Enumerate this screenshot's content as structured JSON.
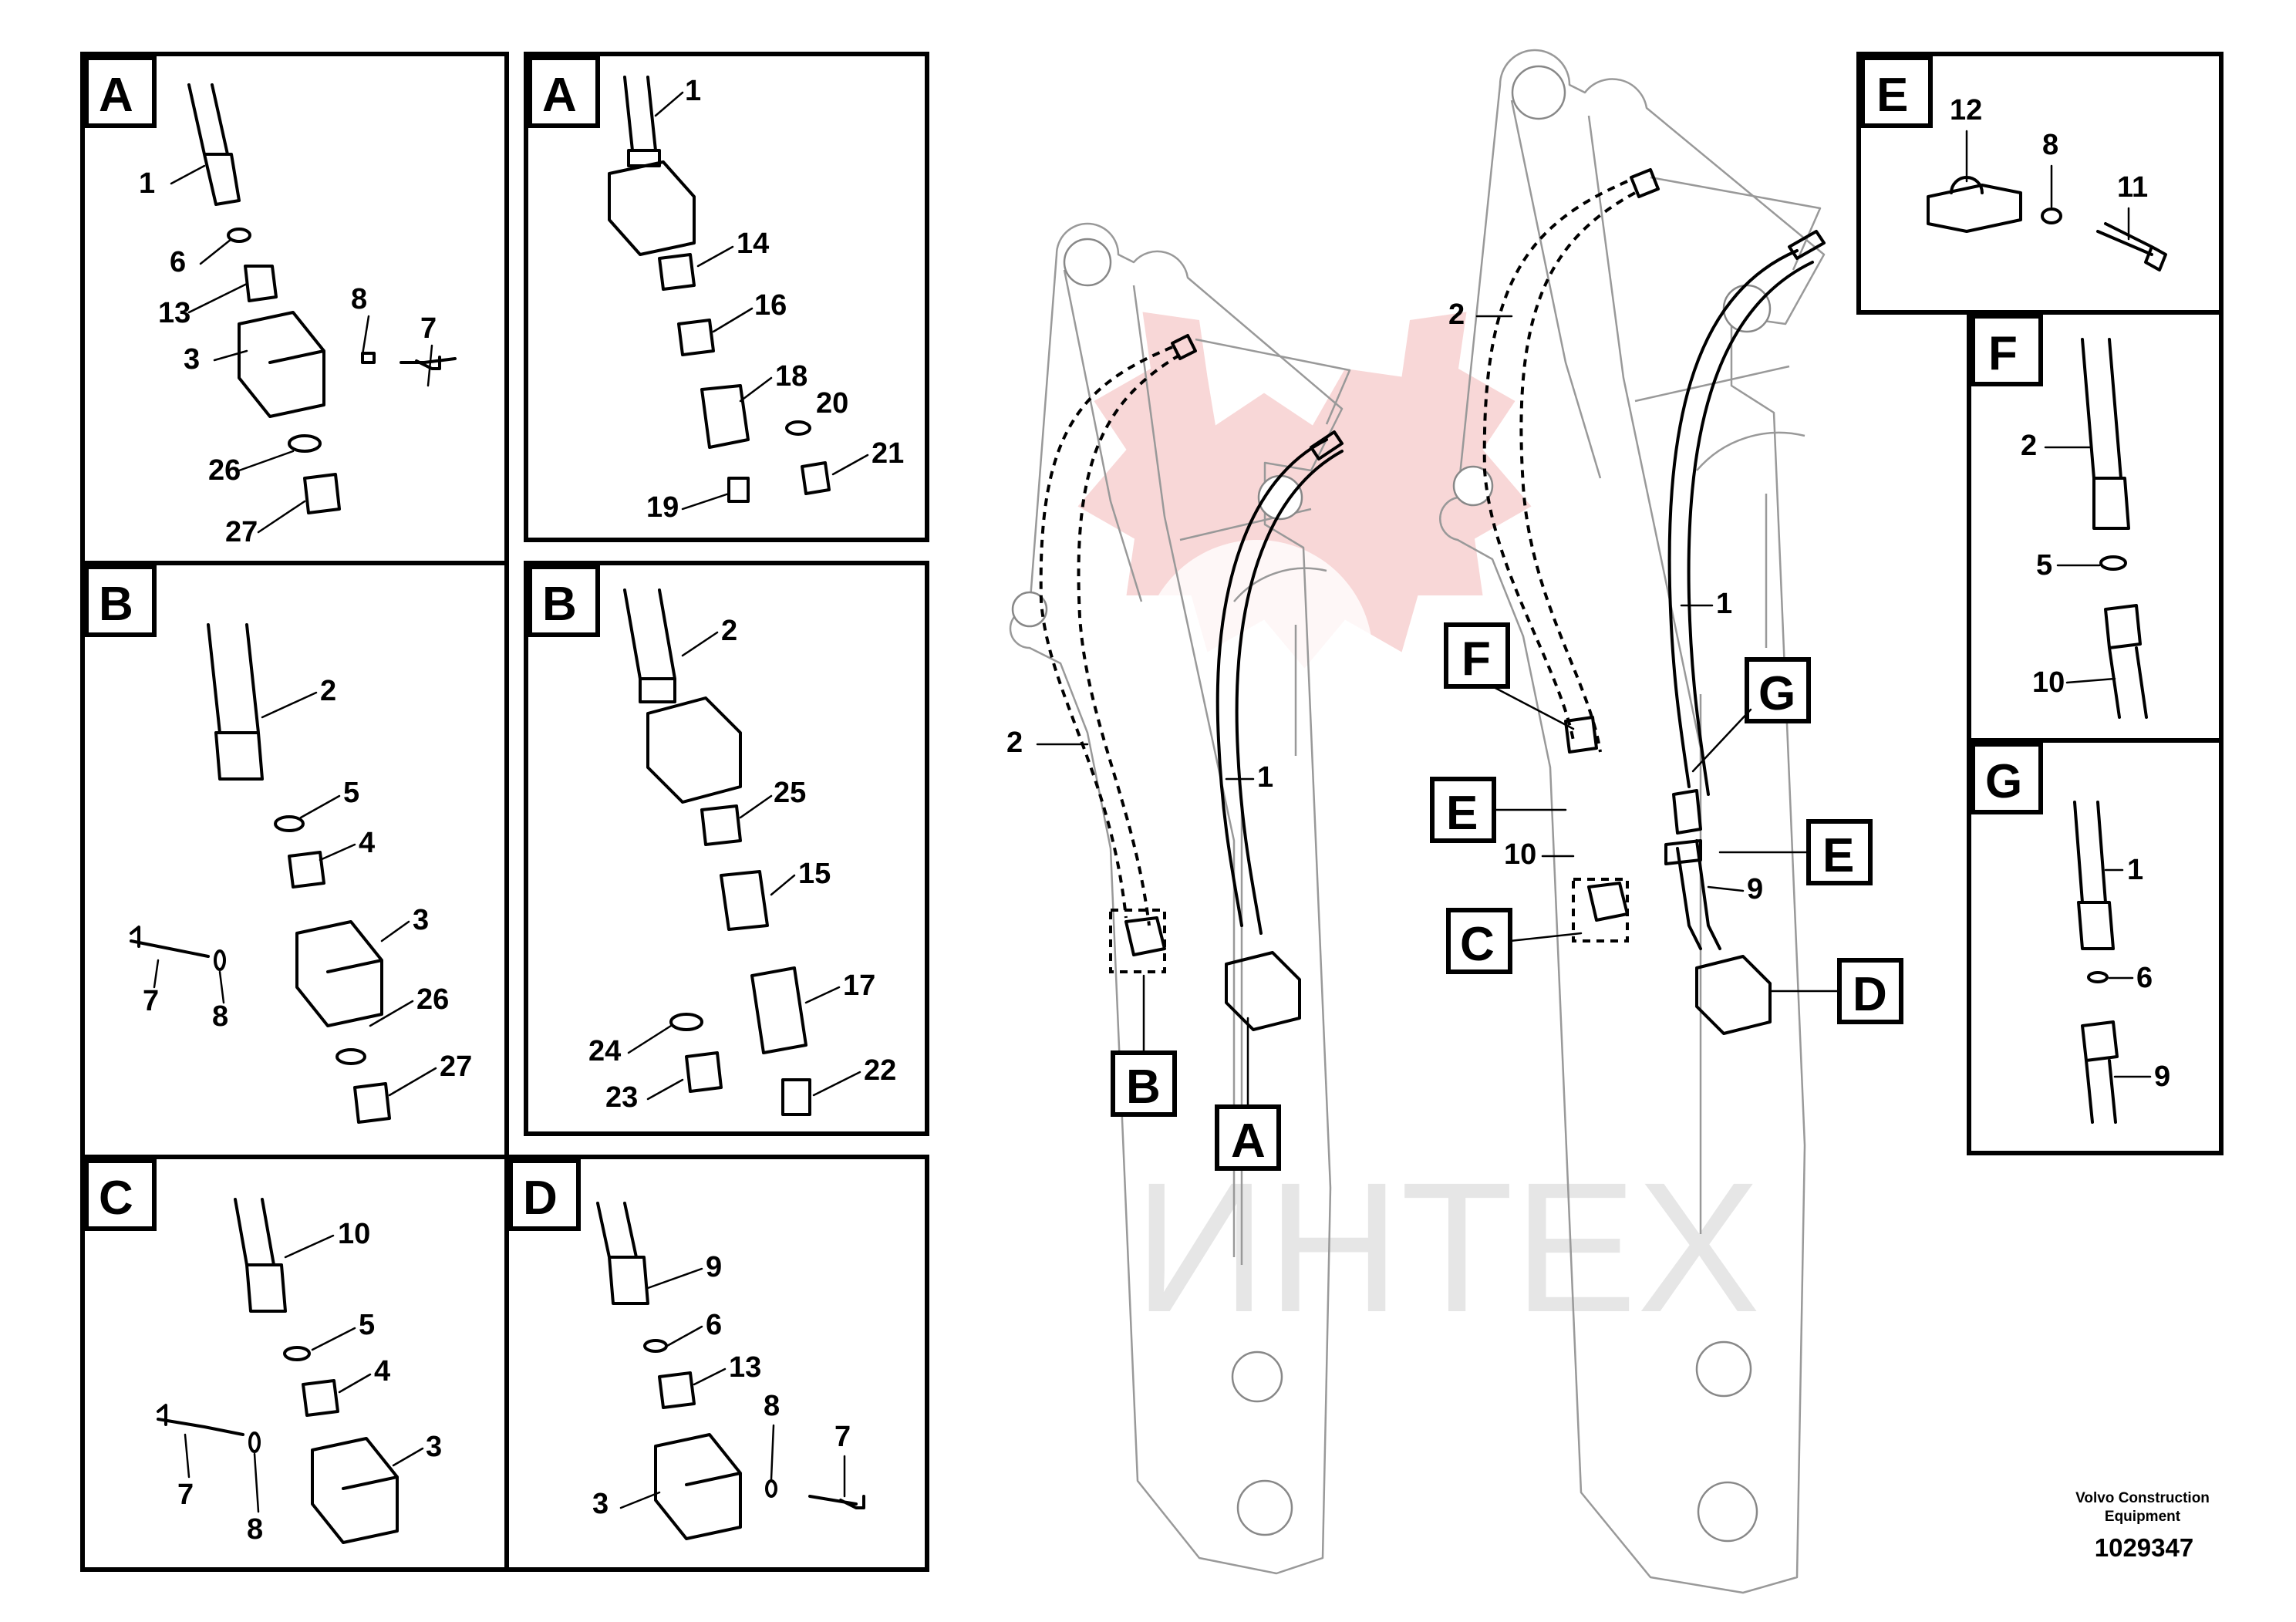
{
  "watermark": {
    "text": "ИНТЕХ",
    "color": "#f4b8b8"
  },
  "footer": {
    "brand_line1": "Volvo Construction",
    "brand_line2": "Equipment",
    "doc_number": "1029347"
  },
  "panels": {
    "a1": {
      "letter": "A",
      "labels": [
        "1",
        "6",
        "13",
        "8",
        "7",
        "3",
        "26",
        "27"
      ]
    },
    "a2": {
      "letter": "A",
      "labels": [
        "1",
        "14",
        "16",
        "18",
        "20",
        "21",
        "19"
      ]
    },
    "b1": {
      "letter": "B",
      "labels": [
        "2",
        "5",
        "4",
        "3",
        "7",
        "8",
        "26",
        "27"
      ]
    },
    "b2": {
      "letter": "B",
      "labels": [
        "2",
        "25",
        "15",
        "17",
        "24",
        "23",
        "22"
      ]
    },
    "c": {
      "letter": "C",
      "labels": [
        "10",
        "5",
        "4",
        "3",
        "7",
        "8"
      ]
    },
    "d": {
      "letter": "D",
      "labels": [
        "9",
        "6",
        "13",
        "8",
        "7",
        "3"
      ]
    },
    "e": {
      "letter": "E",
      "labels": [
        "12",
        "8",
        "11"
      ]
    },
    "f": {
      "letter": "F",
      "labels": [
        "2",
        "5",
        "10"
      ]
    },
    "g": {
      "letter": "G",
      "labels": [
        "1",
        "6",
        "9"
      ]
    }
  },
  "boom_left": {
    "labels": [
      "2",
      "1"
    ],
    "callouts": [
      "B",
      "A"
    ]
  },
  "boom_right": {
    "labels": [
      "2",
      "1",
      "10",
      "9"
    ],
    "callouts": [
      "F",
      "G",
      "E",
      "E",
      "C",
      "D"
    ]
  }
}
